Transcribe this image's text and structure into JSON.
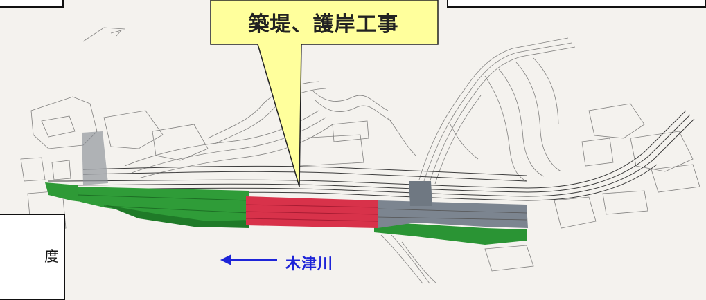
{
  "callout": {
    "title": "築堤、護岸工事"
  },
  "left_box": {
    "text": "度"
  },
  "river": {
    "label": "木津川",
    "arrow_direction": "left"
  },
  "legend_colors": {
    "completed_green": "#2e9a36",
    "current_red": "#d8324a",
    "planned_gray": "#7c8590",
    "callout_fill": "#ffff9c",
    "river_label": "#1d24d8"
  }
}
